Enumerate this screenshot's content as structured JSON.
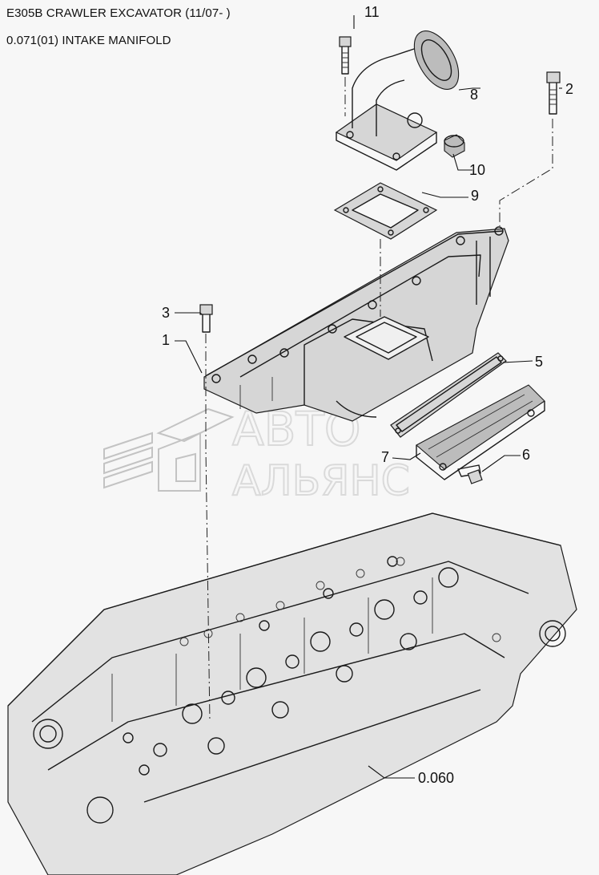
{
  "header": {
    "title": "E305B CRAWLER EXCAVATOR (11/07- )",
    "subtitle": "0.071(01) INTAKE MANIFOLD"
  },
  "watermark": {
    "line1": "АВТО",
    "line2": "АЛЬЯНС"
  },
  "callouts": [
    "11",
    "2",
    "8",
    "10",
    "9",
    "3",
    "1",
    "5",
    "7",
    "6",
    "0.060"
  ],
  "colors": {
    "background": "#f7f7f7",
    "line": "#1a1a1a",
    "watermark": "#9a9a9a"
  }
}
